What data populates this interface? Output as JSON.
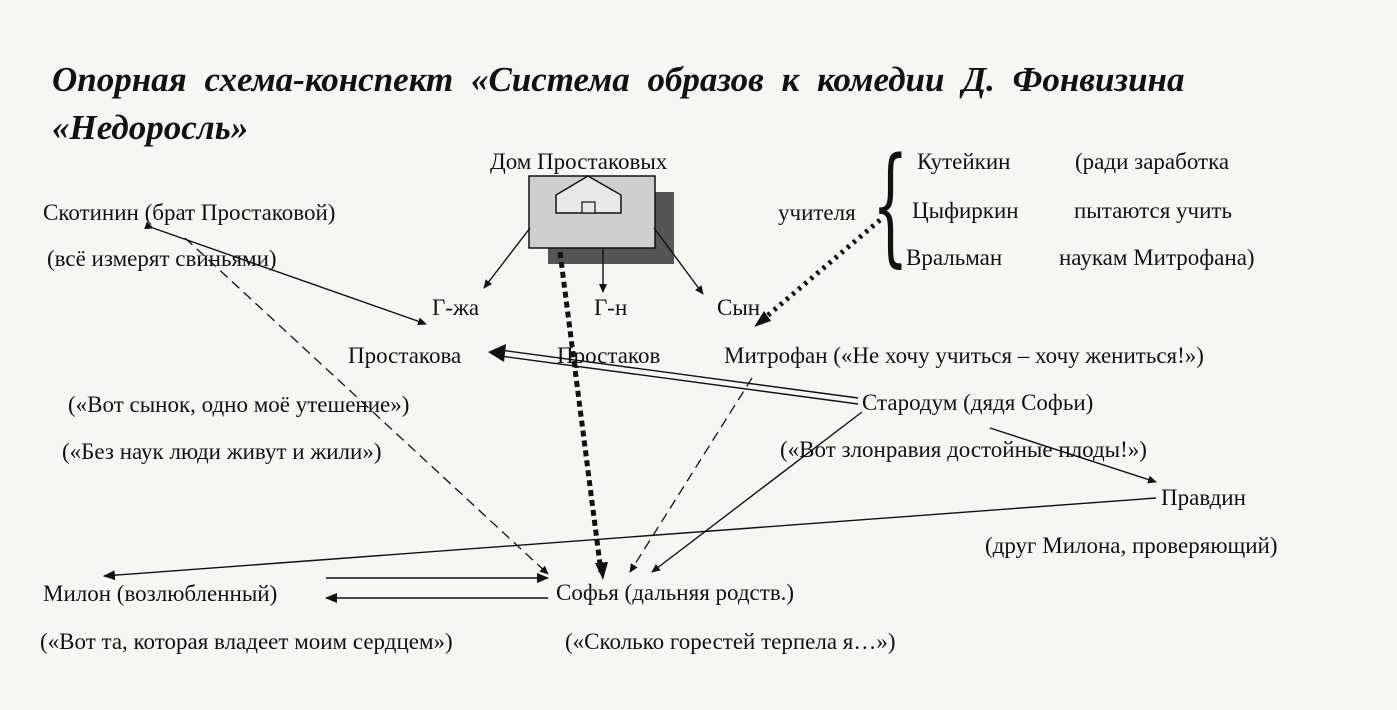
{
  "title": {
    "line1": "Опорная схема-конспект «Система образов к комедии Д. Фонвизина",
    "line2": "«Недоросль»"
  },
  "house": {
    "label": "Дом Простаковых",
    "icon": "house-icon"
  },
  "family": {
    "mother": "Г-жа",
    "father": "Г-н",
    "son": "Сын"
  },
  "teachers": {
    "label": "учителя",
    "names": [
      "Кутейкин",
      "Цыфиркин",
      "Вральман"
    ],
    "notes": [
      "(ради заработка",
      "пытаются учить",
      "наукам Митрофана)"
    ]
  },
  "characters": {
    "skotinin": "Скотинин (брат Простаковой)",
    "skotinin_note": "(всё измерят свиньями)",
    "prostakova": "Простакова",
    "prostakov": "Простаков",
    "mitrofan": "Митрофан  («Не хочу учиться – хочу жениться!»)",
    "prostakova_quote1": "(«Вот сынок, одно моё утешение»)",
    "prostakova_quote2": "(«Без наук люди живут и жили»)",
    "starodum": "Стародум (дядя Софьи)",
    "starodum_quote": "(«Вот злонравия достойные плоды!»)",
    "pravdin": "Правдин",
    "pravdin_note": "(друг  Милона, проверяющий)",
    "milon": "Милон (возлюбленный)",
    "milon_quote": "(«Вот та, которая владеет моим сердцем»)",
    "sofya": "Софья (дальняя родств.)",
    "sofya_quote": "(«Сколько горестей терпела я…»)"
  }
}
